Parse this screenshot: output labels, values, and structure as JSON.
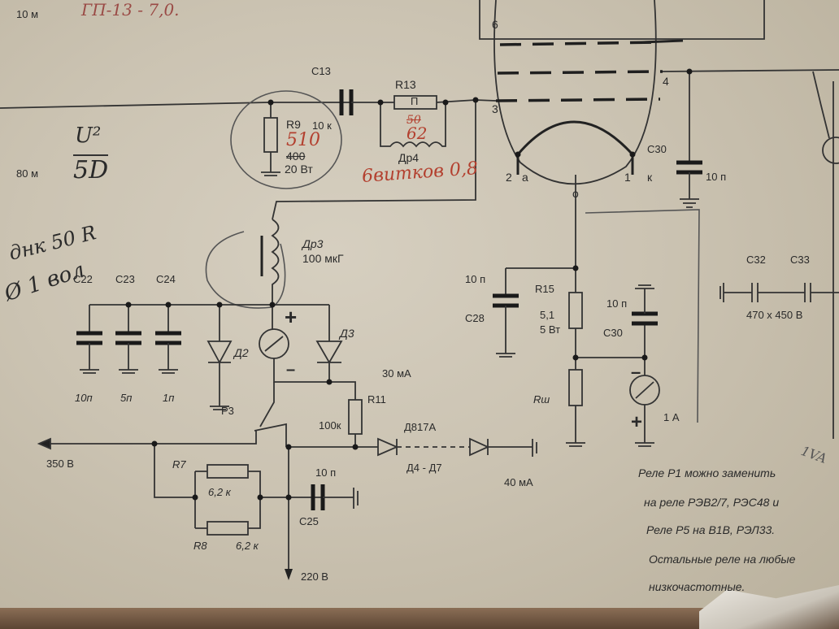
{
  "top": {
    "label_10m": "10 м",
    "pencil_note_top": "ГП-13 - 7,0.",
    "label_80m": "80 м",
    "pin_6": "6",
    "pin_4": "4",
    "pin_3": "3",
    "pin_2": "2",
    "pin_1": "1",
    "pin_a": "а",
    "pin_k": "к",
    "pin_o": "о"
  },
  "handwritten": {
    "formula_top": "U²",
    "formula_bottom": "5D",
    "note_line1": "днк 50 R",
    "note_line2": "Ø 1 вол"
  },
  "components": {
    "c13": "С13",
    "r13": "R13",
    "r13_value": "П",
    "r13_old": "50",
    "r13_new": "62",
    "dr4": "Др4",
    "dr4_note": "6витков 0,8",
    "r9": "R9",
    "r9_value_old": "10 к",
    "r9_value_new": "510",
    "r9_value_struck": "400",
    "r9_power": "20 Вт",
    "dr3": "Др3",
    "dr3_value": "100 мкГ",
    "c22": "С22",
    "c23": "С23",
    "c24": "С24",
    "c22_val": "10п",
    "c23_val": "5п",
    "c24_val": "1п",
    "d2": "Д2",
    "d3": "Д3",
    "plus": "+",
    "minus": "–",
    "current_30": "30 мА",
    "p3": "Р3",
    "r11": "R11",
    "r11_val": "100к",
    "d817": "Д817А",
    "d4d7": "Д4 - Д7",
    "current_40": "40 мА",
    "v350": "350 В",
    "r7": "R7",
    "r7_val": "6,2 к",
    "r8": "R8",
    "r8_val": "6,2 к",
    "c25": "С25",
    "c25_val": "10 п",
    "v220": "220 В",
    "c28": "С28",
    "c28_val": "10 п",
    "r15": "R15",
    "r15_val": "5,1",
    "r15_power": "5 Вт",
    "c30a": "С30",
    "c30a_val": "10 п",
    "c30b": "С30",
    "c30b_val": "10 п",
    "rsh": "Rш",
    "meter_plus": "+",
    "meter_minus": "–",
    "meter_1a": "1 А",
    "c32": "С32",
    "c33": "С33",
    "c32_c33_val": "470 х 450 В",
    "pencil_1va": "1VA"
  },
  "notes": {
    "line1": "Реле Р1  можно заменить",
    "line2": "на реле РЭВ2/7, РЭС48 и",
    "line3": "Реле Р5  на В1В, РЭЛ33.",
    "line4": "Остальные реле на любые",
    "line5": "низкочастотные."
  }
}
